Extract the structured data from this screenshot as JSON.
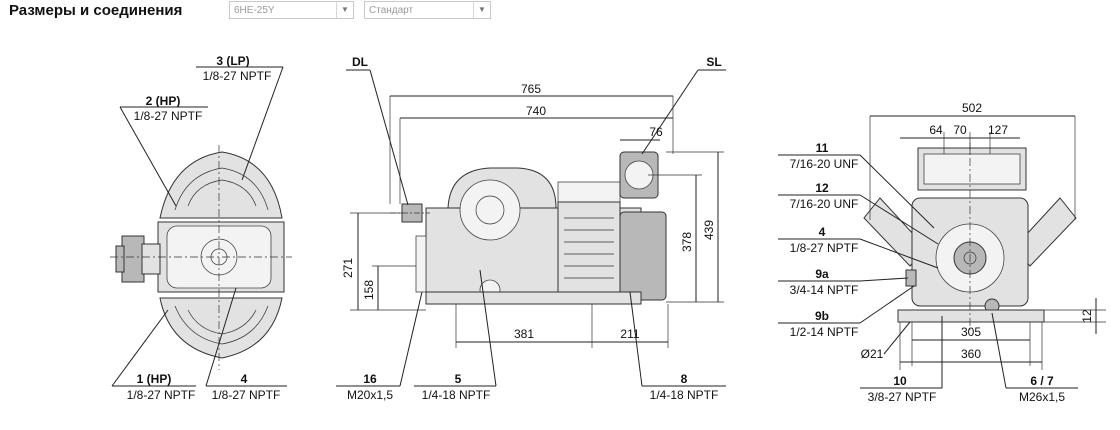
{
  "header": {
    "title": "Размеры и соединения",
    "model_value": "6HE-25Y",
    "variant_value": "Стандарт"
  },
  "left_view": {
    "c3_num": "3 (LP)",
    "c3_thread": "1/8-27 NPTF",
    "c2_num": "2 (HP)",
    "c2_thread": "1/8-27 NPTF",
    "c1_num": "1 (HP)",
    "c1_thread": "1/8-27 NPTF",
    "c4_num": "4",
    "c4_thread": "1/8-27 NPTF"
  },
  "side_view": {
    "dl": "DL",
    "sl": "SL",
    "d765": "765",
    "d740": "740",
    "d76": "76",
    "d439": "439",
    "d378": "378",
    "d271": "271",
    "d158": "158",
    "d381": "381",
    "d211": "211",
    "c16_num": "16",
    "c16_thread": "M20x1,5",
    "c5_num": "5",
    "c5_thread": "1/4-18 NPTF",
    "c8_num": "8",
    "c8_thread": "1/4-18 NPTF"
  },
  "front_view": {
    "d502": "502",
    "d64": "64",
    "d70": "70",
    "d127": "127",
    "d12": "12",
    "d305": "305",
    "d360": "360",
    "dia21": "Ø21",
    "c11_num": "11",
    "c11_thread": "7/16-20 UNF",
    "c12_num": "12",
    "c12_thread": "7/16-20 UNF",
    "c4_num": "4",
    "c4_thread": "1/8-27 NPTF",
    "c9a_num": "9a",
    "c9a_thread": "3/4-14 NPTF",
    "c9b_num": "9b",
    "c9b_thread": "1/2-14 NPTF",
    "c10_num": "10",
    "c10_thread": "3/8-27 NPTF",
    "c67_num": "6 / 7",
    "c67_thread": "M26x1,5"
  }
}
